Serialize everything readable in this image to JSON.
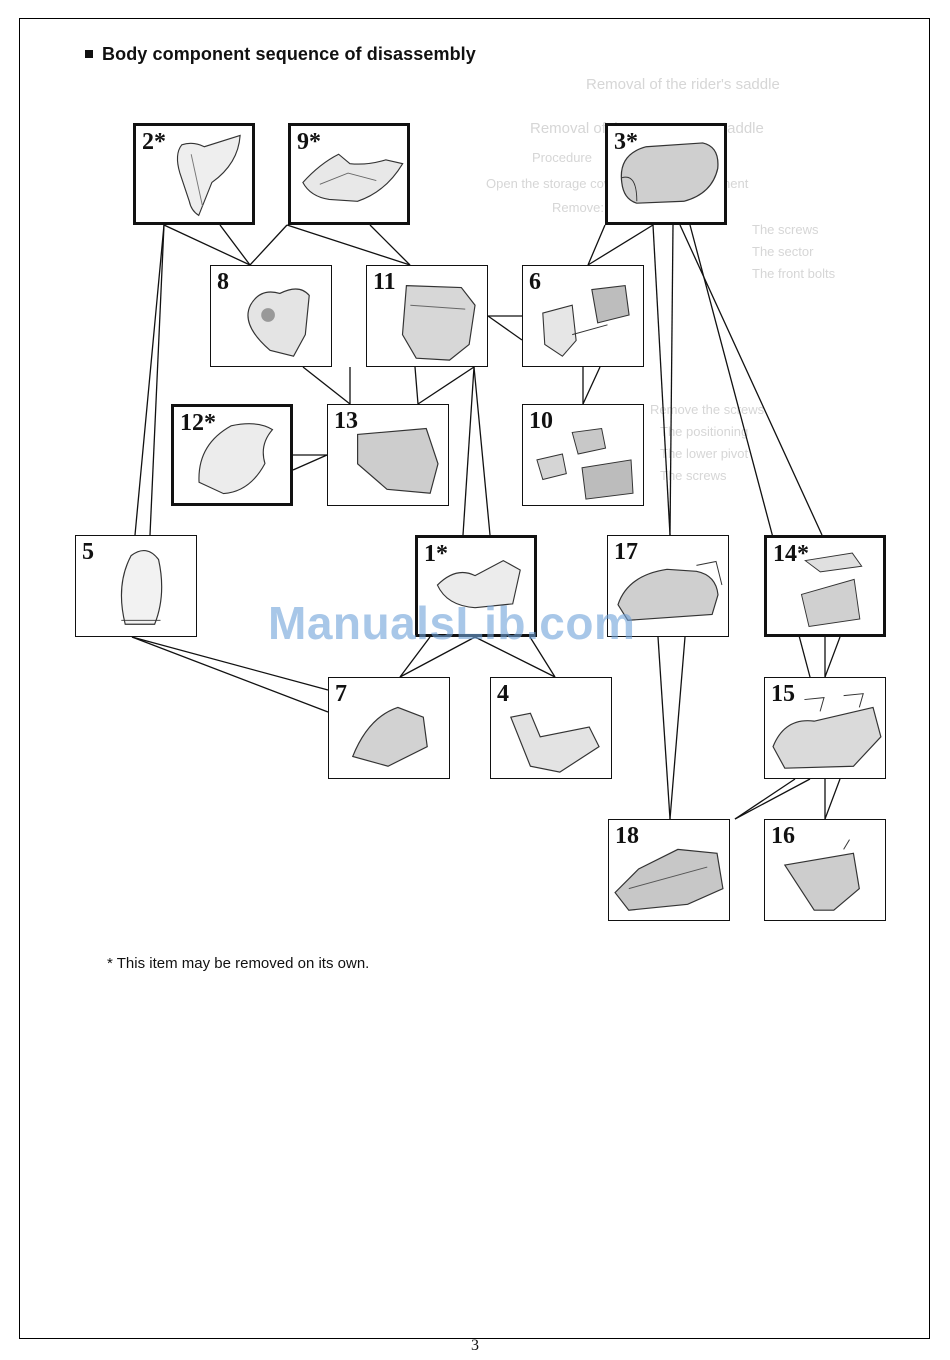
{
  "header": {
    "title": "Body component sequence of disassembly"
  },
  "background_text": [
    "Removal of the rider's saddle",
    "Removal of the passenger's saddle",
    "Procedure",
    "Open the storage cover and the compartment",
    "Remove:",
    "The screws",
    "The sector",
    "The front bolts",
    "Remove the screws",
    "The positioning",
    "The lower pivot",
    "The screws"
  ],
  "components": [
    {
      "id": "2",
      "label": "2*",
      "star": true
    },
    {
      "id": "9",
      "label": "9*",
      "star": true
    },
    {
      "id": "3",
      "label": "3*",
      "star": true
    },
    {
      "id": "8",
      "label": "8",
      "star": false
    },
    {
      "id": "11",
      "label": "11",
      "star": false
    },
    {
      "id": "6",
      "label": "6",
      "star": false
    },
    {
      "id": "12",
      "label": "12*",
      "star": true
    },
    {
      "id": "13",
      "label": "13",
      "star": false
    },
    {
      "id": "10",
      "label": "10",
      "star": false
    },
    {
      "id": "5",
      "label": "5",
      "star": false
    },
    {
      "id": "1",
      "label": "1*",
      "star": true
    },
    {
      "id": "17",
      "label": "17",
      "star": false
    },
    {
      "id": "14",
      "label": "14*",
      "star": true
    },
    {
      "id": "7",
      "label": "7",
      "star": false
    },
    {
      "id": "4",
      "label": "4",
      "star": false
    },
    {
      "id": "15",
      "label": "15",
      "star": false
    },
    {
      "id": "18",
      "label": "18",
      "star": false
    },
    {
      "id": "16",
      "label": "16",
      "star": false
    }
  ],
  "links": [
    [
      "2",
      "8"
    ],
    [
      "2",
      "5"
    ],
    [
      "9",
      "8"
    ],
    [
      "9",
      "11"
    ],
    [
      "3",
      "6"
    ],
    [
      "3",
      "17"
    ],
    [
      "3",
      "14"
    ],
    [
      "3",
      "15"
    ],
    [
      "8",
      "13"
    ],
    [
      "11",
      "13"
    ],
    [
      "11",
      "6"
    ],
    [
      "11",
      "1"
    ],
    [
      "6",
      "10"
    ],
    [
      "12",
      "13"
    ],
    [
      "5",
      "7"
    ],
    [
      "1",
      "7"
    ],
    [
      "1",
      "4"
    ],
    [
      "17",
      "18"
    ],
    [
      "14",
      "15"
    ],
    [
      "15",
      "18"
    ],
    [
      "15",
      "16"
    ]
  ],
  "watermark": "ManualsLib.com",
  "footnote": "* This item may be removed on its own.",
  "page_number": "3"
}
